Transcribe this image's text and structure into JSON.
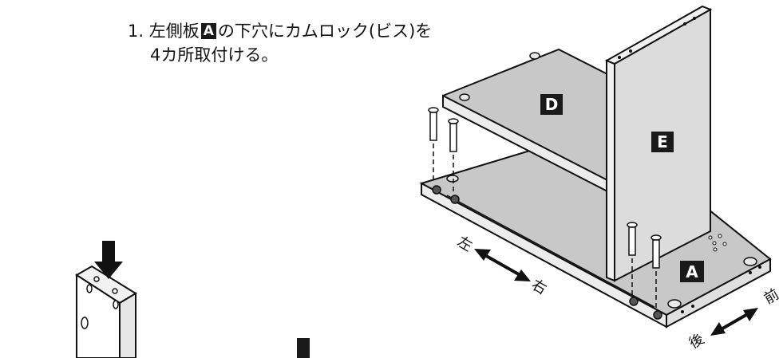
{
  "instruction": {
    "step": "1.",
    "line1_pre": "左側板",
    "badge": "A",
    "line1_post": "の下穴にカムロック(ビス)を",
    "line2": "4カ所取付ける。"
  },
  "panels": {
    "top_shelf": "D",
    "side_panel": "E",
    "base_panel": "A"
  },
  "directions": {
    "left_side": "左",
    "right_side": "右",
    "front": "前",
    "back": "後"
  },
  "colors": {
    "panel_gray": "#c8c8c8",
    "panel_light": "#e6e6e6",
    "outline": "#111111",
    "label_bg": "#1a1a1a",
    "label_fg": "#ffffff"
  }
}
